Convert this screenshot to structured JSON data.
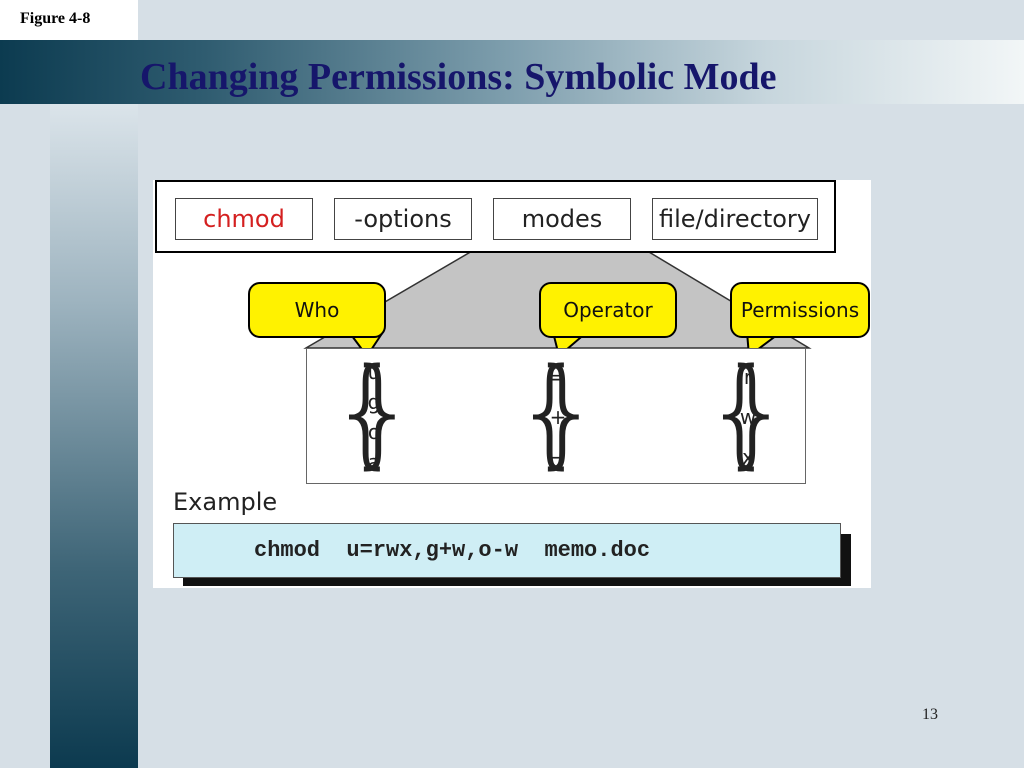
{
  "slide": {
    "figure_label": "Figure 4-8",
    "title": "Changing Permissions: Symbolic Mode",
    "page_number": "13"
  },
  "diagram": {
    "command_tokens": [
      {
        "label": "chmod",
        "color": "#d42020"
      },
      {
        "label": "-options",
        "color": "#222222"
      },
      {
        "label": "modes",
        "color": "#222222"
      },
      {
        "label": "file/directory",
        "color": "#222222"
      }
    ],
    "callouts": {
      "who": "Who",
      "operator": "Operator",
      "permissions": "Permissions"
    },
    "who_values": [
      "u",
      "g",
      "o",
      "a"
    ],
    "operator_values": [
      "=",
      "+",
      "−"
    ],
    "permission_values": [
      "r",
      "w",
      "x"
    ],
    "example_label": "Example",
    "example_command": "chmod  u=rwx,g+w,o-w  memo.doc",
    "callout_color": "#fff200",
    "code_background": "#cfeef5"
  }
}
